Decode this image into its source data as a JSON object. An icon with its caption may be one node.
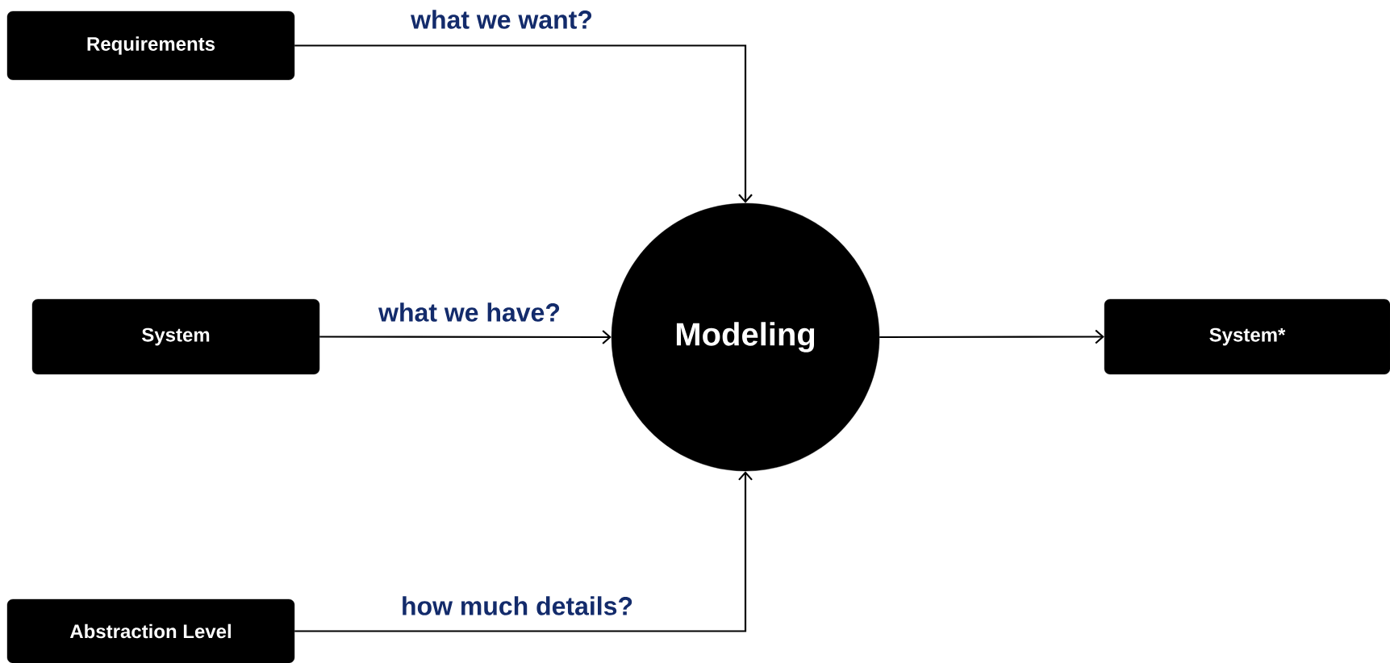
{
  "diagram": {
    "nodes": [
      {
        "text": [
          "Requirements"
        ]
      },
      {
        "text": [
          "System"
        ]
      },
      {
        "text": [
          "Abstraction Level"
        ]
      },
      {
        "text": [
          "Modeling"
        ]
      },
      {
        "text": [
          "System*"
        ]
      }
    ],
    "edges": [
      {
        "from": 0,
        "to": 3,
        "arrow": "to",
        "label": "what we want?"
      },
      {
        "from": 1,
        "to": 3,
        "arrow": "to",
        "label": "what we have?"
      },
      {
        "from": 2,
        "to": 3,
        "arrow": "to",
        "label": "how much details?"
      },
      {
        "from": 3,
        "to": 4,
        "arrow": "to"
      }
    ]
  }
}
